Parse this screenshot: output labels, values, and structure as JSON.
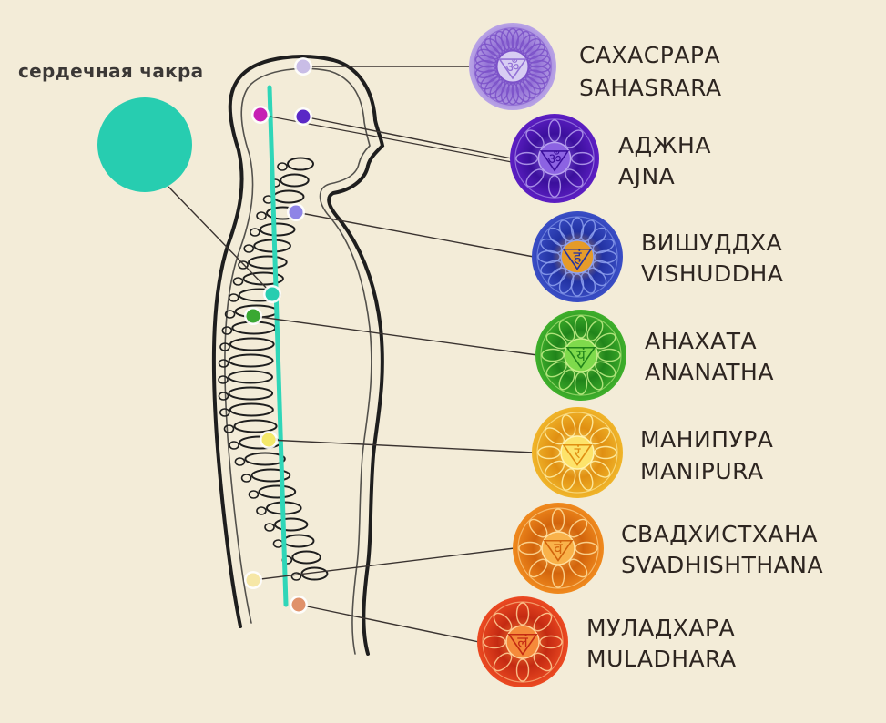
{
  "heart_chakra": {
    "label": "сердечная чакра",
    "color": "#27cdb0"
  },
  "spine_line_color": "#2fd6b8",
  "outline_color": "#1e1e1e",
  "background": "#f3ecd8",
  "chakras": [
    {
      "id": "sahasrara",
      "ru": "САХАСРАРА",
      "en": "SAHASRARA",
      "outer": "#b9a4e6",
      "mid": "#9371d6",
      "inner": "#d8cdf3",
      "accent": "#7a50c8",
      "dot": "#c9bde6",
      "symbol": "ॐ",
      "petals": 32,
      "icon": "thousand-petal-lotus-icon"
    },
    {
      "id": "ajna",
      "ru": "АДЖНА",
      "en": "AJNA",
      "outer": "#5d1fc4",
      "mid": "#3b0f9c",
      "inner": "#8c63e2",
      "accent": "#b9a3f0",
      "dot": "#5a28c6",
      "symbol": "ॐ",
      "petals": 2,
      "icon": "third-eye-lotus-icon"
    },
    {
      "id": "vishuddha",
      "ru": "ВИШУДДХА",
      "en": "VISHUDDHA",
      "outer": "#3a4ec6",
      "mid": "#2232a2",
      "inner": "#e59b2a",
      "accent": "#8fa2f0",
      "dot": "#8e84e6",
      "symbol": "हं",
      "petals": 16,
      "icon": "throat-lotus-icon"
    },
    {
      "id": "anahata",
      "ru": "АНАХАТА",
      "en": "ANANATHA",
      "outer": "#3fb02c",
      "mid": "#20841a",
      "inner": "#7fda4c",
      "accent": "#c6f08a",
      "dot": "#3aa832",
      "symbol": "यं",
      "petals": 12,
      "icon": "heart-lotus-icon"
    },
    {
      "id": "manipura",
      "ru": "МАНИПУРА",
      "en": "MANIPURA",
      "outer": "#f0b52a",
      "mid": "#e08f12",
      "inner": "#fde36a",
      "accent": "#fff3b0",
      "dot": "#f3e86a",
      "symbol": "रं",
      "petals": 10,
      "icon": "solar-plexus-lotus-icon"
    },
    {
      "id": "svadhishthana",
      "ru": "СВАДХИСТХАНА",
      "en": "SVADHISHTHANA",
      "outer": "#f08a1e",
      "mid": "#d2640c",
      "inner": "#f9b24a",
      "accent": "#ffe0a0",
      "dot": "#f6e7a6",
      "symbol": "वं",
      "petals": 6,
      "icon": "sacral-lotus-icon"
    },
    {
      "id": "muladhara",
      "ru": "МУЛАДХАРА",
      "en": "MULADHARA",
      "outer": "#ec4a22",
      "mid": "#c42a12",
      "inner": "#f58a3a",
      "accent": "#ffd39a",
      "dot": "#e0916a",
      "symbol": "लं",
      "petals": 4,
      "icon": "root-lotus-icon"
    }
  ]
}
